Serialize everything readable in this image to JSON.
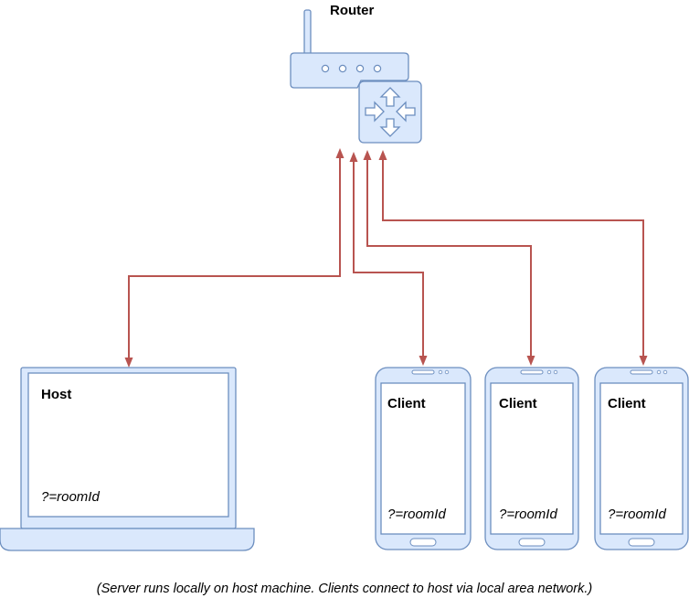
{
  "router": {
    "label": "Router",
    "icons": [
      "wireless-router-icon",
      "network-switch-icon"
    ]
  },
  "host": {
    "title": "Host",
    "param": "?=roomId",
    "icon": "laptop-icon"
  },
  "clients": [
    {
      "title": "Client",
      "param": "?=roomId",
      "icon": "smartphone-icon"
    },
    {
      "title": "Client",
      "param": "?=roomId",
      "icon": "smartphone-icon"
    },
    {
      "title": "Client",
      "param": "?=roomId",
      "icon": "smartphone-icon"
    }
  ],
  "caption": "(Server runs locally on host machine. Clients connect to host via local area network.)",
  "colors": {
    "device_fill": "#dae8fc",
    "device_stroke": "#6c8ebf",
    "connection": "#b85450"
  }
}
